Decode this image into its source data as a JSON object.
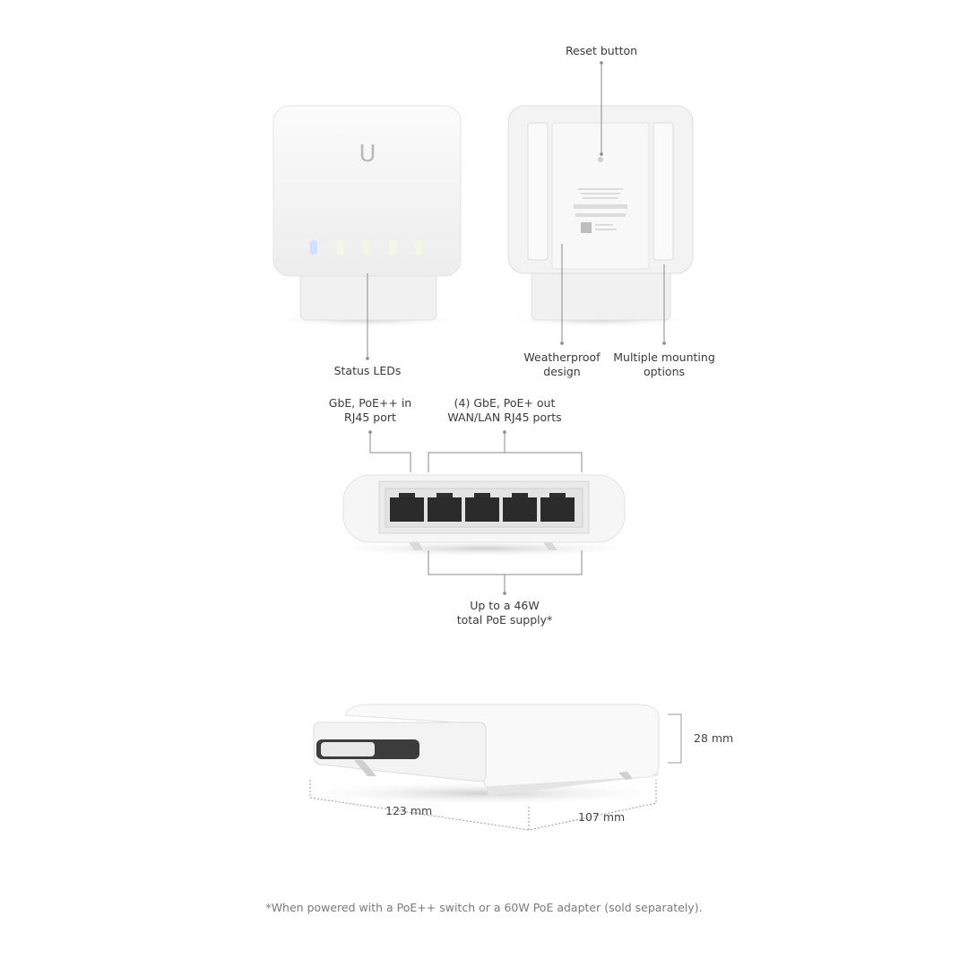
{
  "callouts": {
    "reset_button": "Reset button",
    "status_leds": "Status LEDs",
    "weatherproof": [
      "Weatherproof",
      "design"
    ],
    "mounting": [
      "Multiple mounting",
      "options"
    ],
    "poe_in": [
      "GbE, PoE++ in",
      "RJ45 port"
    ],
    "poe_out": [
      "(4) GbE, PoE+ out",
      "WAN/LAN RJ45 ports"
    ],
    "poe_supply": [
      "Up to a 46W",
      "total PoE supply*"
    ]
  },
  "dimensions": {
    "height": "28 mm",
    "width": "123 mm",
    "depth": "107 mm"
  },
  "device": {
    "logo": "U",
    "led_colors": [
      "#cfe0ff",
      "#f3f7e6",
      "#f3f7e6",
      "#f3f7e6",
      "#f3f7e6"
    ],
    "port_count": 5
  },
  "footnote": "*When powered with a PoE++ switch or a 60W PoE adapter (sold separately)."
}
